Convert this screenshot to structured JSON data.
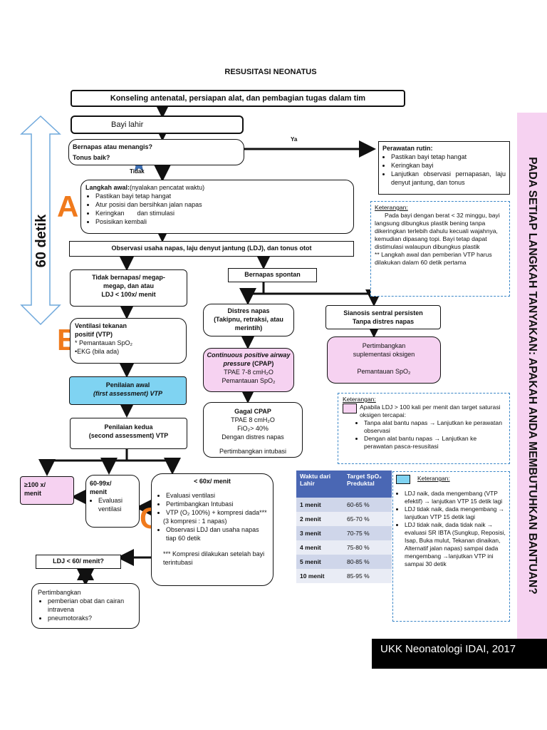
{
  "title": "RESUSITASI NEONATUS",
  "counseling": "Konseling antenatal, persiapan alat, dan pembagian tugas dalam tim",
  "born": "Bayi lahir",
  "q1": {
    "line1": "Bernapas atau menangis?",
    "line2": "Tonus baik?"
  },
  "ya": "Ya",
  "tidak": "Tidak",
  "routine": {
    "title": "Perawatan rutin:",
    "items": [
      "Pastikan bayi tetap hangat",
      "Keringkan bayi",
      "Lanjutkan observasi pernapasan, laju denyut jantung, dan tonus"
    ]
  },
  "time_label": "60 detik",
  "letters": {
    "a": "A",
    "b": "B",
    "c": "C"
  },
  "initial": {
    "title": "Langkah awal:",
    "title_note": "(nyalakan pencatat waktu)",
    "items": [
      "Pastikan bayi tetap hangat",
      "Atur posisi dan bersihkan jalan napas",
      "Keringkan",
      "dan stimulasi",
      "Posisikan kembali"
    ]
  },
  "note1": {
    "title": "Keterangan:",
    "text1": "Pada bayi dengan berat < 32 minggu, bayi langsung dibungkus plastik bening tanpa dikeringkan terlebih dahulu kecuali wajahnya, kemudian dipasang topi. Bayi tetap dapat distimulasi walaupun dibungkus plastik",
    "text2": "** Langkah awal dan pemberian VTP harus dilakukan dalam 60 detik pertama"
  },
  "observe": "Observasi usaha napas, laju denyut jantung (LDJ), dan tonus otot",
  "no_breath": {
    "l1": "Tidak bernapas/ megap-",
    "l2": "megap, dan atau",
    "l3": "LDJ < 100x/ menit"
  },
  "spont": "Bernapas spontan",
  "distress": {
    "l1": "Distres napas",
    "l2": "(Takipnu, retraksi, atau",
    "l3": "merintih)"
  },
  "cyanosis": {
    "l1": "Sianosis sentral persisten",
    "l2": "Tanpa distres napas"
  },
  "vtp": {
    "l1": "Ventilasi tekanan",
    "l2": "positif (VTP)",
    "l3": "* Pemantauan SpO₂",
    "l4": "•EKG (bila ada)"
  },
  "cpap": {
    "l1": "Continuous positive airway",
    "l2": "pressure",
    "l2b": "(CPAP)",
    "l3": "TPAE 7-8 cmH₂O",
    "l4": "Pemantauan SpO₂"
  },
  "oxygen": {
    "l1": "Pertimbangkan",
    "l2": "suplementasi oksigen",
    "l3": "Pemantauan SpO₂"
  },
  "first": {
    "l1": "Penilaian awal",
    "l2": "(first assessment) VTP"
  },
  "cpap_fail": {
    "l1": "Gagal CPAP",
    "l2": "TPAE 8 cmH₂O",
    "l3": "FiO₂> 40%",
    "l4": "Dengan distres napas",
    "l5": "Pertimbangkan intubasi"
  },
  "note2": {
    "title": "Keterangan:",
    "text": "Apabila LDJ > 100 kali per menit dan target saturasi oksigen tercapai:",
    "items": [
      "Tanpa alat bantu napas → Lanjutkan ke perawatan observasi",
      "Dengan alat bantu napas → Lanjutkan ke perawatan pasca-resusitasi"
    ]
  },
  "second": {
    "l1": "Penilaian kedua",
    "l2": "(second assessment) VTP"
  },
  "r100": {
    "l1": "≥100 x/",
    "l2": "menit"
  },
  "r6099": {
    "l1": "60-99x/",
    "l2": "menit",
    "item1": "Evaluasi",
    "item2": "ventilasi"
  },
  "r60": {
    "title": "< 60x/ menit",
    "items": [
      "Evaluasi ventilasi",
      "Pertimbangkan Intubasi",
      "VTP (O₂ 100%) + kompresi dada***",
      "Observasi LDJ dan usaha napas tiap 60 detik"
    ],
    "sub": "(3 kompresi : 1 napas)",
    "footer": "*** Kompresi dilakukan setelah bayi terintubasi"
  },
  "spo2_table": {
    "headers": [
      "Waktu dari Lahir",
      "Target SpO₂ Preduktal"
    ],
    "rows": [
      [
        "1 menit",
        "60-65 %"
      ],
      [
        "2 menit",
        "65-70 %"
      ],
      [
        "3 menit",
        "70-75 %"
      ],
      [
        "4 menit",
        "75-80 %"
      ],
      [
        "5 menit",
        "80-85 %"
      ],
      [
        "10 menit",
        "85-95 %"
      ]
    ]
  },
  "note3": {
    "title": "Keterangan:",
    "items": [
      "LDJ naik, dada mengembang (VTP efektif) → lanjutkan VTP 15 detik lagi",
      "LDJ tidak naik, dada mengembang → lanjutkan VTP 15 detik lagi",
      "LDJ tidak naik, dada tidak naik → evaluasi SR IBTA (Sungkup, Reposisi, Isap, Buka mulut, Tekanan dinaikan, Alternatif jalan napas) sampai dada mengembang →lanjutkan VTP ini sampai 30 detik"
    ]
  },
  "ldj60": "LDJ < 60/ menit?",
  "consider": {
    "title": "Pertimbangkan",
    "items": [
      "pemberian obat dan cairan intravena",
      "pneumotoraks?"
    ]
  },
  "side_banner": "PADA SETIAP LANGKAH TANYAKAN: APAKAH ANDA MEMBUTUHKAN BANTUAN?",
  "footer": "UKK Neonatologi IDAI, 2017",
  "colors": {
    "pink": "#f6d2f1",
    "blue": "#7fd3f2",
    "orange": "#f07a1c",
    "star": "#3c6fb4",
    "table_header": "#4a67b4",
    "footer_bg": "#000000"
  }
}
